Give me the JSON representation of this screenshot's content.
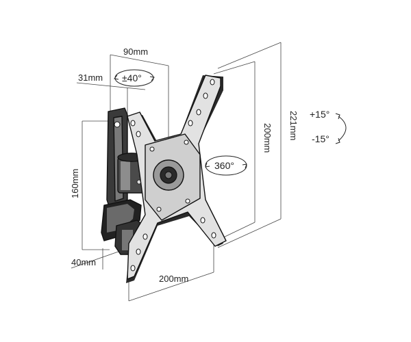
{
  "dimensions": {
    "width_90": "90mm",
    "depth_31": "31mm",
    "height_160": "160mm",
    "depth_40": "40mm",
    "vesa_h_200": "200mm",
    "vesa_v_200": "200mm",
    "overall_221": "221mm"
  },
  "rotations": {
    "swivel": "±40°",
    "rotate": "360°",
    "tilt_up": "+15°",
    "tilt_down": "-15°"
  },
  "icons": [
    "tilt-arrow-icon",
    "rotation-arrow-icon"
  ]
}
